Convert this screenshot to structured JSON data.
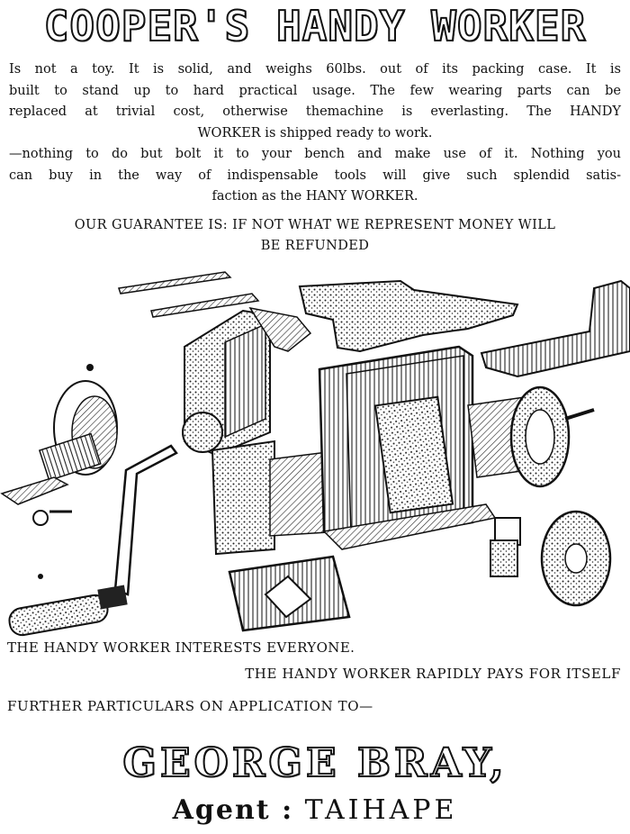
{
  "title": "COOPER'S HANDY WORKER",
  "paragraph": {
    "line1": "Is not a toy. It is solid, and weighs 60lbs. out of its packing case. It is",
    "line2": "built to stand up to hard practical usage. The few wearing parts can be",
    "line3": "replaced at trivial cost, otherwise themachine is everlasting. The HANDY",
    "line4": "WORKER is shipped ready to work.",
    "line5": "—nothing to do but bolt it to your bench and make use of it. Nothing you",
    "line6": "can buy in the way of indispensable tools will give such splendid satis-",
    "line7": "faction as the HANY WORKER."
  },
  "guarantee": {
    "line1": "OUR GUARANTEE IS: IF NOT WHAT WE REPRESENT MONEY WILL",
    "line2": "BE REFUNDED"
  },
  "tagline1": "THE HANDY WORKER INTERESTS EVERYONE.",
  "tagline2": "THE HANDY WORKER RAPIDLY PAYS FOR ITSELF",
  "particulars": "FURTHER PARTICULARS ON APPLICATION TO—",
  "agent_name": "GEORGE BRAY,",
  "agent_label": "Agent :",
  "agent_place": "TAIHAPE"
}
